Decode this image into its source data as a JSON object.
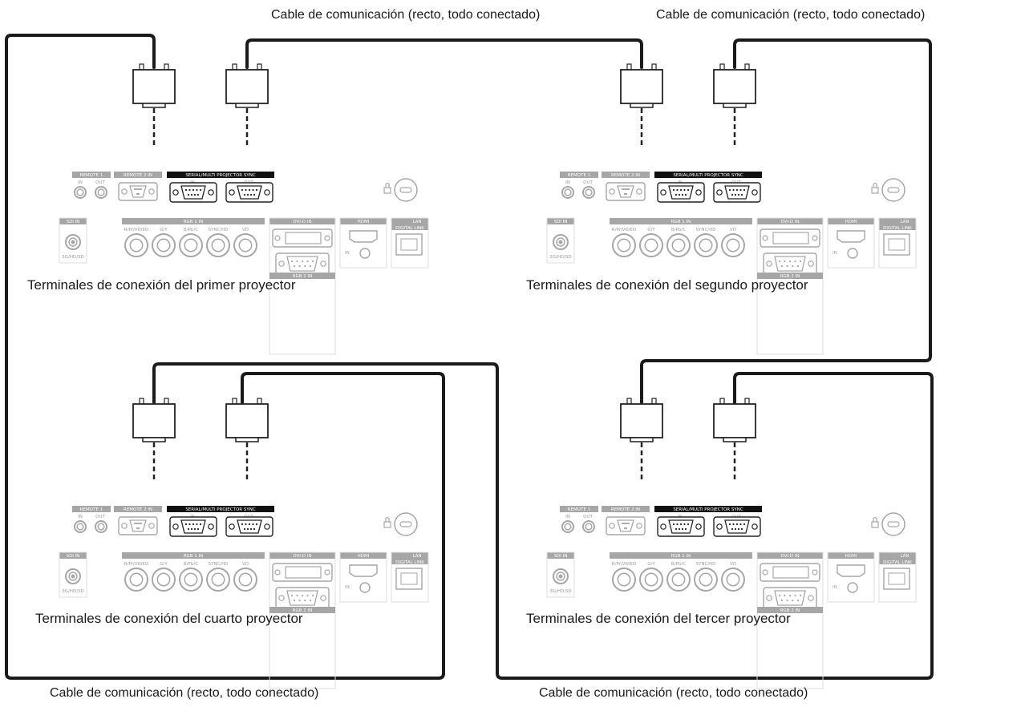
{
  "cable_labels": {
    "top_left": "Cable de comunicación (recto, todo conectado)",
    "top_right": "Cable de comunicación (recto, todo conectado)",
    "bottom_left": "Cable de comunicación (recto, todo conectado)",
    "bottom_right": "Cable de comunicación (recto, todo conectado)"
  },
  "projectors": [
    {
      "caption": "Terminales de conexión del primer proyector"
    },
    {
      "caption": "Terminales de conexión del segundo proyector"
    },
    {
      "caption": "Terminales de conexión del cuarto proyector"
    },
    {
      "caption": "Terminales de conexión del tercer proyector"
    }
  ],
  "panel_labels": {
    "remote1": "REMOTE 1",
    "remote2": "REMOTE 2 IN",
    "serial": "SERIAL/MULTI PROJECTOR SYNC",
    "in": "IN",
    "out": "OUT",
    "sdi": "SDI IN",
    "sdi_formats": "3G/HD/SD",
    "rgb1": "RGB 1 IN",
    "rgb1_ports": [
      "R/Pr/VIDEO",
      "G/Y",
      "B/Pb/C",
      "SYNC/HD",
      "VD"
    ],
    "dvid": "DVI-D IN",
    "rgb2": "RGB 2 IN",
    "hdmi": "HDMI",
    "lan": "LAN",
    "digital_link": "DIGITAL LINK"
  },
  "colors": {
    "cable": "#1a1a1a",
    "panel_gray": "#a6a6a6",
    "port_dark": "#222222"
  }
}
